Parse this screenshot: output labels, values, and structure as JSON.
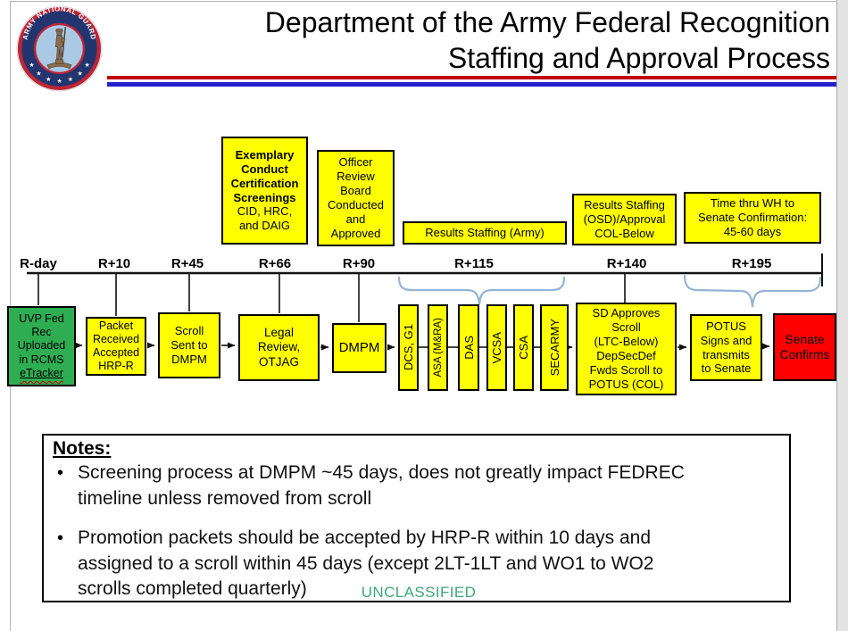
{
  "header": {
    "title_line1": "Department of the Army Federal Recognition",
    "title_line2": "Staffing and Approval Process",
    "logo": {
      "ring_text": "ARMY NATIONAL GUARD",
      "star": "★"
    }
  },
  "timeline": {
    "labels": [
      "R-day",
      "R+10",
      "R+45",
      "R+66",
      "R+90",
      "R+115",
      "R+140",
      "R+195"
    ]
  },
  "milestones": {
    "exemplary_bold": "Exemplary\nConduct\nCertification\nScreenings",
    "exemplary_rest": "CID, HRC,\nand DAIG",
    "officer_board": "Officer\nReview\nBoard\nConducted\nand\nApproved",
    "results_army": "Results Staffing (Army)",
    "results_osd": "Results Staffing\n(OSD)/Approval\nCOL-Below",
    "time_wh": "Time thru WH to\nSenate Confirmation:\n45-60 days"
  },
  "process": {
    "uvp_pre": "UVP Fed\nRec\nUploaded\nin RCMS",
    "uvp_underlined": "eTracker",
    "packet": "Packet\nReceived\nAccepted\nHRP-R",
    "scroll": "Scroll\nSent to\nDMPM",
    "legal": "Legal\nReview,\nOTJAG",
    "dmpm": "DMPM",
    "approvers": [
      "DCS, G1",
      "ASA (M&RA)",
      "DAS",
      "VCSA",
      "CSA",
      "SECARMY"
    ],
    "sd": "SD Approves\nScroll\n(LTC-Below)\nDepSecDef\nFwds Scroll to\nPOTUS (COL)",
    "potus": "POTUS\nSigns and\ntransmits\nto Senate",
    "senate": "Senate\nConfirms"
  },
  "notes": {
    "heading": "Notes:",
    "bullet_glyph": "•",
    "bullet1": "Screening process at DMPM ~45 days, does not greatly impact FEDREC\ntimeline unless removed from scroll",
    "bullet2": "Promotion packets should be accepted by HRP-R within 10 days and\nassigned to a scroll within 45 days (except 2LT-1LT and WO1 to WO2\nscrolls completed quarterly)"
  },
  "footer": {
    "classification": "UNCLASSIFIED"
  },
  "colors": {
    "yellow": "#FFFF00",
    "green": "#2EAD52",
    "red": "#FF0000",
    "brace": "#94B3D9",
    "lineRed": "#C00000",
    "lineBlue": "#2222CC",
    "classGreen": "#3EA878",
    "squiggle": "#CC0000"
  }
}
